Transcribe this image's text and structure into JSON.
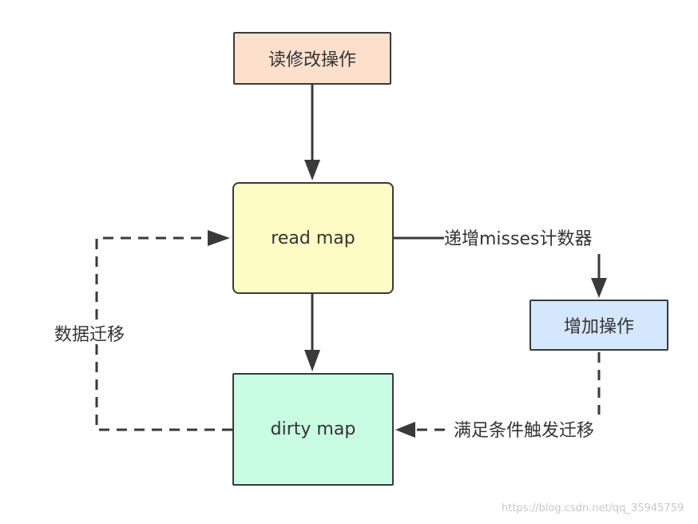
{
  "nodes": {
    "read_modify": "读修改操作",
    "read_map": "read map",
    "dirty_map": "dirty map",
    "add_op": "增加操作"
  },
  "edges": {
    "increment_misses": "递增misses计数器",
    "data_migration": "数据迁移",
    "migrate_on_condition": "满足条件触发迁移"
  },
  "watermark": "https://blog.csdn.net/qq_35945759",
  "colors": {
    "read_modify_fill": "#fde0cc",
    "read_map_fill": "#fffdc6",
    "dirty_map_fill": "#c8fde3",
    "add_op_fill": "#d4e7fd",
    "stroke": "#3a3a3a"
  }
}
